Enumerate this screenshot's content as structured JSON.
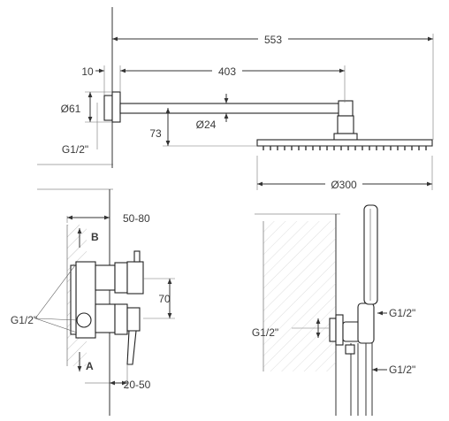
{
  "dimensions": {
    "total_length": "553",
    "arm_length": "403",
    "wall_offset": "10",
    "flange_diameter": "Ø61",
    "arm_diameter": "Ø24",
    "thread_top": "G1/2\"",
    "head_drop": "73",
    "head_diameter": "Ø300",
    "depth_range": "50-80",
    "port_b": "B",
    "port_a": "A",
    "valve_spacing": "70",
    "thread_left": "G1/2\"",
    "protrusion_range": "20-50",
    "thread_right_upper": "G1/2\"",
    "thread_right_left": "G1/2\"",
    "thread_right_lower": "G1/2\""
  }
}
